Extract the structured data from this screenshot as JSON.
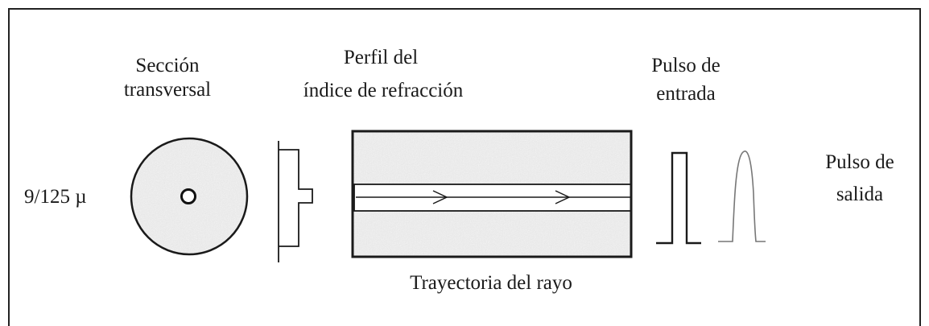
{
  "diagram": {
    "title_cross_section": [
      "Sección",
      "transversal"
    ],
    "title_index_profile": [
      "Perfil del",
      "índice de refracción"
    ],
    "title_input_pulse": [
      "Pulso de",
      "entrada"
    ],
    "title_output_pulse": [
      "Pulso de",
      "salida"
    ],
    "fiber_size_label": "9/125 µ",
    "ray_path_label": "Trayectoria del rayo"
  },
  "colors": {
    "frame": "#222222",
    "cladding_fill": "#e6e6e6",
    "stroke": "#1a1a1a",
    "output_pulse": "#777777"
  }
}
